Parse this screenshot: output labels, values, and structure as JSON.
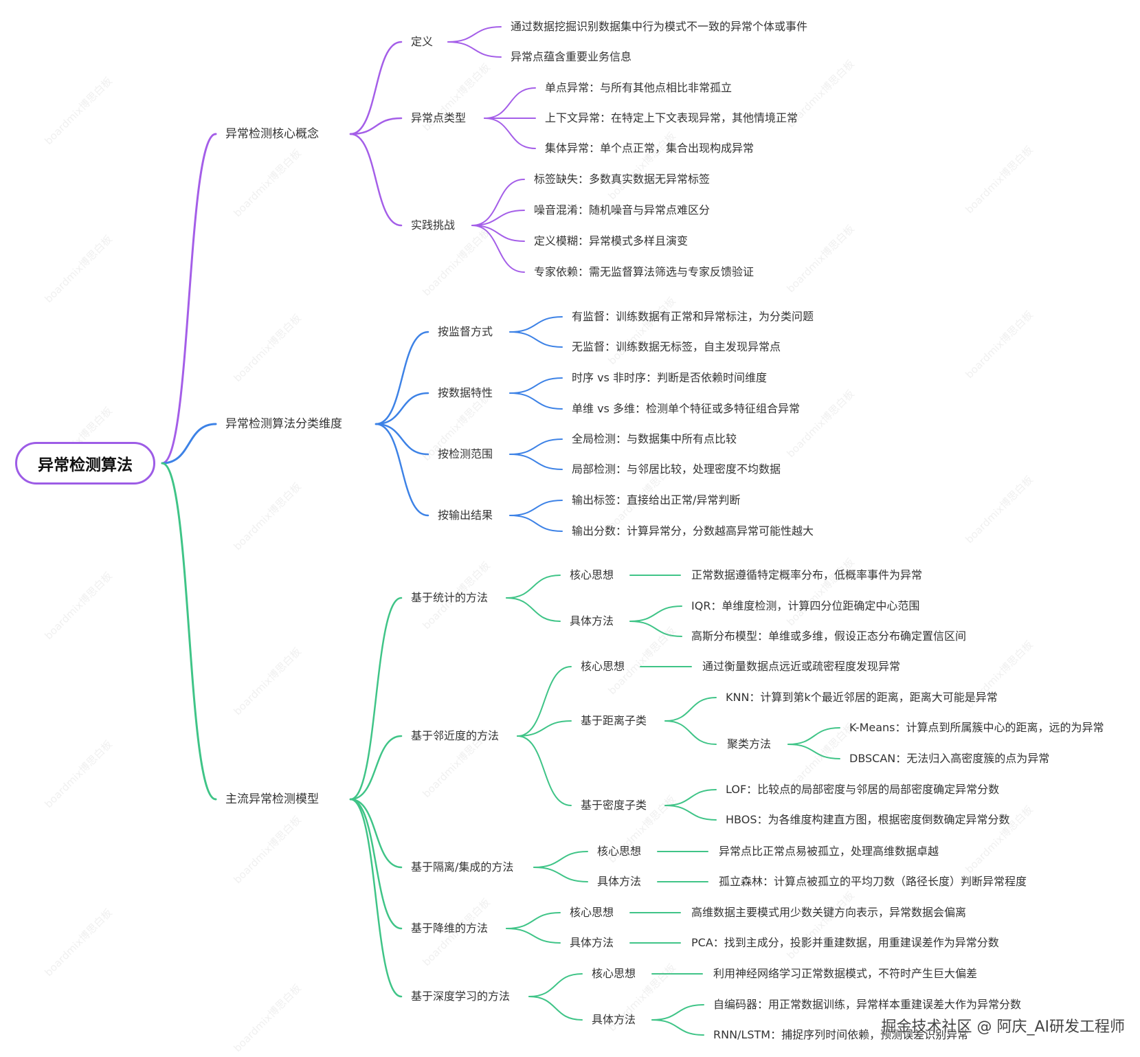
{
  "root": "异常检测算法",
  "colors": {
    "purple": "#a45ee8",
    "blue": "#3d82e6",
    "green": "#3fc487",
    "root_border": "#9d5ce6"
  },
  "branches": [
    {
      "label": "异常检测核心概念",
      "children": [
        {
          "label": "定义",
          "children": [
            "通过数据挖掘识别数据集中行为模式不一致的异常个体或事件",
            "异常点蕴含重要业务信息"
          ]
        },
        {
          "label": "异常点类型",
          "children": [
            "单点异常：与所有其他点相比非常孤立",
            "上下文异常：在特定上下文表现异常，其他情境正常",
            "集体异常：单个点正常，集合出现构成异常"
          ]
        },
        {
          "label": "实践挑战",
          "children": [
            "标签缺失：多数真实数据无异常标签",
            "噪音混淆：随机噪音与异常点难区分",
            "定义模糊：异常模式多样且演变",
            "专家依赖：需无监督算法筛选与专家反馈验证"
          ]
        }
      ]
    },
    {
      "label": "异常检测算法分类维度",
      "children": [
        {
          "label": "按监督方式",
          "children": [
            "有监督：训练数据有正常和异常标注，为分类问题",
            "无监督：训练数据无标签，自主发现异常点"
          ]
        },
        {
          "label": "按数据特性",
          "children": [
            "时序 vs 非时序：判断是否依赖时间维度",
            "单维 vs 多维：检测单个特征或多特征组合异常"
          ]
        },
        {
          "label": "按检测范围",
          "children": [
            "全局检测：与数据集中所有点比较",
            "局部检测：与邻居比较，处理密度不均数据"
          ]
        },
        {
          "label": "按输出结果",
          "children": [
            "输出标签：直接给出正常/异常判断",
            "输出分数：计算异常分，分数越高异常可能性越大"
          ]
        }
      ]
    },
    {
      "label": "主流异常检测模型",
      "children": [
        {
          "label": "基于统计的方法",
          "children": [
            {
              "label": "核心思想",
              "children": [
                "正常数据遵循特定概率分布，低概率事件为异常"
              ]
            },
            {
              "label": "具体方法",
              "children": [
                "IQR：单维度检测，计算四分位距确定中心范围",
                "高斯分布模型：单维或多维，假设正态分布确定置信区间"
              ]
            }
          ]
        },
        {
          "label": "基于邻近度的方法",
          "children": [
            {
              "label": "核心思想",
              "children": [
                "通过衡量数据点远近或疏密程度发现异常"
              ]
            },
            {
              "label": "基于距离子类",
              "children": [
                "KNN：计算到第k个最近邻居的距离，距离大可能是异常",
                {
                  "label": "聚类方法",
                  "children": [
                    "K-Means：计算点到所属簇中心的距离，远的为异常",
                    "DBSCAN：无法归入高密度簇的点为异常"
                  ]
                }
              ]
            },
            {
              "label": "基于密度子类",
              "children": [
                "LOF：比较点的局部密度与邻居的局部密度确定异常分数",
                "HBOS：为各维度构建直方图，根据密度倒数确定异常分数"
              ]
            }
          ]
        },
        {
          "label": "基于隔离/集成的方法",
          "children": [
            {
              "label": "核心思想",
              "children": [
                "异常点比正常点易被孤立，处理高维数据卓越"
              ]
            },
            {
              "label": "具体方法",
              "children": [
                "孤立森林：计算点被孤立的平均刀数（路径长度）判断异常程度"
              ]
            }
          ]
        },
        {
          "label": "基于降维的方法",
          "children": [
            {
              "label": "核心思想",
              "children": [
                "高维数据主要模式用少数关键方向表示，异常数据会偏离"
              ]
            },
            {
              "label": "具体方法",
              "children": [
                "PCA：找到主成分，投影并重建数据，用重建误差作为异常分数"
              ]
            }
          ]
        },
        {
          "label": "基于深度学习的方法",
          "children": [
            {
              "label": "核心思想",
              "children": [
                "利用神经网络学习正常数据模式，不符时产生巨大偏差"
              ]
            },
            {
              "label": "具体方法",
              "children": [
                "自编码器：用正常数据训练，异常样本重建误差大作为异常分数",
                "RNN/LSTM：捕捉序列时间依赖，预测误差识别异常"
              ]
            }
          ]
        }
      ]
    }
  ],
  "watermark": "boardmix博思白板",
  "footer": "掘金技术社区 @ 阿庆_AI研发工程师"
}
